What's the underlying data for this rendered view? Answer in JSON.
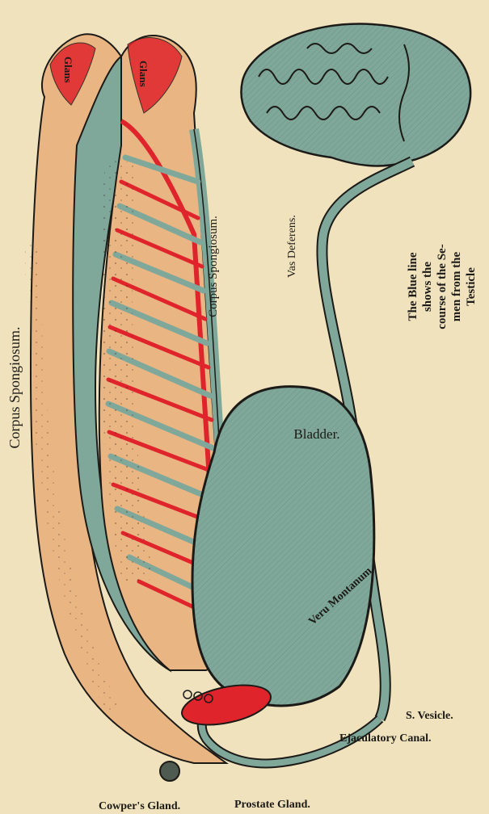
{
  "labels": {
    "glans_left": "Glans",
    "glans_right": "Glans",
    "corpus_spongiosum_left": "Corpus Spongiosum.",
    "corpus_spongiosum_right": "Corpus Spongiosum.",
    "vas_deferens": "Vas Deferens.",
    "blue_line_1": "The Blue line",
    "blue_line_2": "shows the",
    "blue_line_3": "course of the Se-",
    "blue_line_4": "men from the",
    "blue_line_5": "Testicle",
    "bladder": "Bladder.",
    "veru_montanum": "Veru Montanum.",
    "s_vesicle": "S. Vesicle.",
    "ejaculatory_canal": "Ejaculatory Canal.",
    "cowpers_gland": "Cowper's Gland.",
    "prostate_gland": "Prostate Gland."
  },
  "colors": {
    "paper": "#efe2bd",
    "flesh": "#e9b583",
    "teal": "#7fa89a",
    "red": "#e0242c",
    "ink": "#1c1a17"
  }
}
